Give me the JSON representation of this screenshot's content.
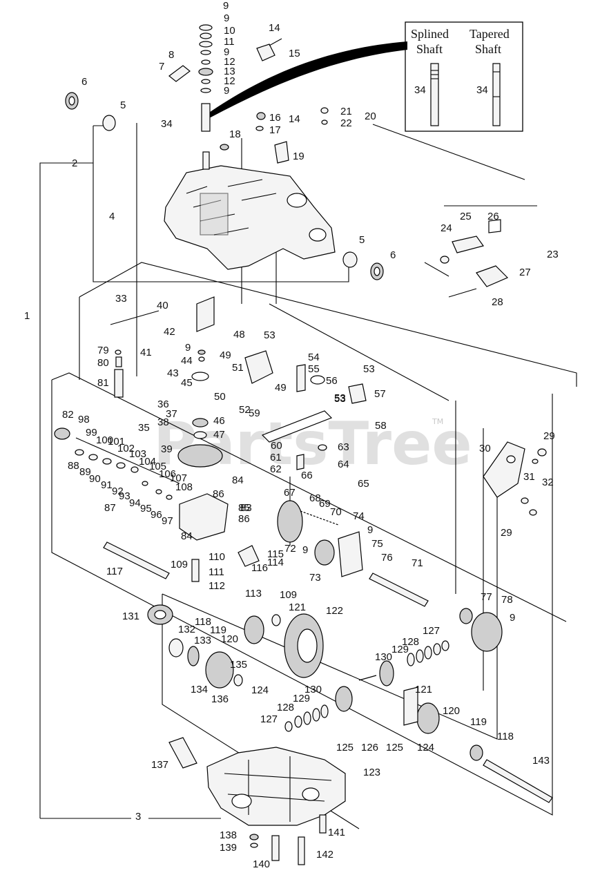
{
  "watermark": {
    "text": "PartsTree",
    "tm": "TM"
  },
  "inset": {
    "splined": [
      "Splined",
      "Shaft"
    ],
    "tapered": [
      "Tapered",
      "Shaft"
    ],
    "left_ref": "34",
    "right_ref": "34"
  },
  "callouts": [
    "1",
    "2",
    "3",
    "4",
    "5",
    "5",
    "6",
    "6",
    "7",
    "8",
    "9",
    "9",
    "9",
    "9",
    "9",
    "9",
    "9",
    "9",
    "10",
    "11",
    "12",
    "12",
    "13",
    "14",
    "14",
    "15",
    "16",
    "17",
    "18",
    "19",
    "20",
    "21",
    "22",
    "23",
    "24",
    "25",
    "26",
    "27",
    "28",
    "29",
    "29",
    "30",
    "31",
    "32",
    "33",
    "34",
    "35",
    "36",
    "37",
    "38",
    "39",
    "40",
    "41",
    "42",
    "43",
    "44",
    "45",
    "46",
    "47",
    "48",
    "49",
    "49",
    "50",
    "51",
    "52",
    "53",
    "53",
    "53",
    "53",
    "54",
    "55",
    "56",
    "57",
    "58",
    "59",
    "60",
    "61",
    "62",
    "63",
    "64",
    "65",
    "66",
    "67",
    "68",
    "69",
    "70",
    "71",
    "72",
    "73",
    "74",
    "75",
    "76",
    "77",
    "78",
    "79",
    "80",
    "81",
    "82",
    "83",
    "84",
    "84",
    "85",
    "86",
    "86",
    "87",
    "88",
    "89",
    "90",
    "91",
    "92",
    "93",
    "94",
    "95",
    "96",
    "97",
    "98",
    "99",
    "100",
    "101",
    "102",
    "103",
    "104",
    "105",
    "106",
    "107",
    "108",
    "109",
    "109",
    "110",
    "111",
    "112",
    "113",
    "114",
    "115",
    "116",
    "117",
    "118",
    "118",
    "119",
    "119",
    "120",
    "120",
    "121",
    "121",
    "122",
    "123",
    "124",
    "124",
    "125",
    "125",
    "126",
    "127",
    "127",
    "128",
    "128",
    "129",
    "129",
    "130",
    "130",
    "131",
    "132",
    "133",
    "134",
    "135",
    "136",
    "137",
    "138",
    "139",
    "140",
    "141",
    "142",
    "143"
  ]
}
